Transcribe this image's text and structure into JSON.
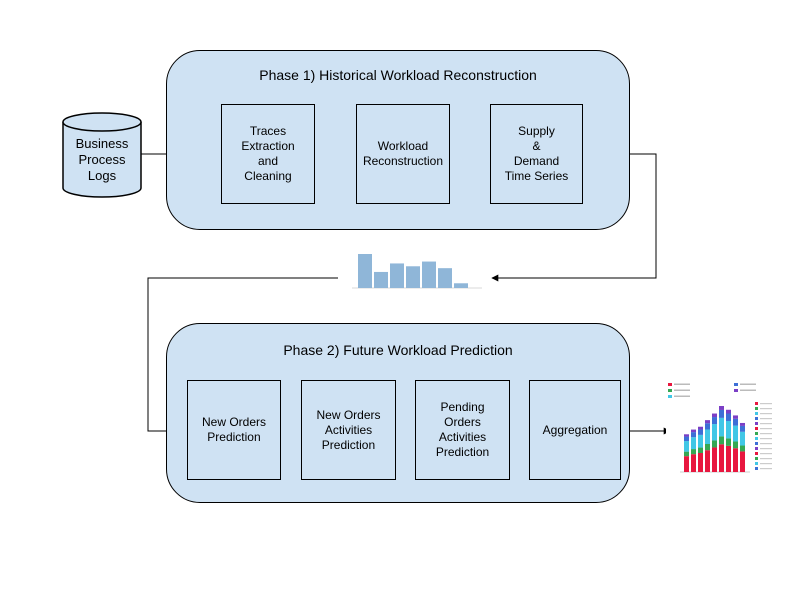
{
  "source": {
    "label": "Business\nProcess\nLogs"
  },
  "phase1": {
    "title": "Phase 1) Historical Workload Reconstruction",
    "steps": [
      "Traces\nExtraction\nand\nCleaning",
      "Workload\nReconstruction",
      "Supply\n&\nDemand\nTime Series"
    ]
  },
  "phase2": {
    "title": "Phase 2) Future Workload Prediction",
    "steps": [
      "New Orders\nPrediction",
      "New Orders\nActivities\nPrediction",
      "Pending\nOrders\nActivities\nPrediction",
      "Aggregation"
    ]
  },
  "colors": {
    "fill": "#cfe2f3",
    "stroke": "#000000",
    "bar": "#8fb6d8",
    "stack": [
      "#e8173f",
      "#35a853",
      "#41c7e6",
      "#3d6fd6",
      "#7b3fc6"
    ]
  },
  "chart_data": [
    {
      "type": "bar",
      "values": [
        36,
        17,
        26,
        23,
        28,
        21,
        5
      ]
    },
    {
      "type": "bar",
      "values": [
        40,
        45,
        48,
        55,
        62,
        70,
        66,
        60,
        52
      ]
    }
  ]
}
